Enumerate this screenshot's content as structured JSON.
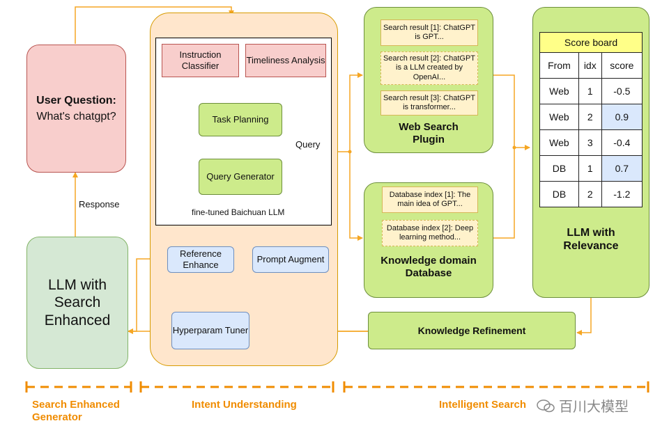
{
  "user_question": {
    "title": "User Question:",
    "text": "What's chatgpt?"
  },
  "response_label": "Response",
  "llm_search": {
    "text": "LLM with Search Enhanced"
  },
  "intent": {
    "instruction_classifier": "Instruction Classifier",
    "timeliness_analysis": "Timeliness Analysis",
    "task_planning": "Task Planning",
    "query_generator": "Query Generator",
    "query_label": "Query",
    "baichuan_label": "fine-tuned Baichuan LLM",
    "reference_enhance": "Reference Enhance",
    "prompt_augment": "Prompt Augment",
    "hyperparam_tuner": "Hyperparam Tuner"
  },
  "web_search": {
    "results": [
      "Search result [1]: ChatGPT is GPT...",
      "Search result [2]: ChatGPT is a LLM created by OpenAI...",
      "Search result [3]: ChatGPT is transformer..."
    ],
    "title": "Web Search Plugin"
  },
  "knowledge_db": {
    "items": [
      "Database index [1]: The main idea of GPT...",
      "Database index [2]: Deep learning method..."
    ],
    "title": "Knowledge domain Database"
  },
  "scoreboard": {
    "title": "Score board",
    "headers": [
      "From",
      "idx",
      "score"
    ],
    "rows": [
      [
        "Web",
        "1",
        "-0.5"
      ],
      [
        "Web",
        "2",
        "0.9"
      ],
      [
        "Web",
        "3",
        "-0.4"
      ],
      [
        "DB",
        "1",
        "0.7"
      ],
      [
        "DB",
        "2",
        "-1.2"
      ]
    ],
    "highlight_color": "#dae8fc"
  },
  "llm_relevance": "LLM with Relevance",
  "knowledge_refinement": "Knowledge Refinement",
  "sections": {
    "generator_line1": "Search Enhanced",
    "generator_line2": "Generator",
    "intent": "Intent Understanding",
    "search": "Intelligent Search"
  },
  "watermark": "百川大模型",
  "colors": {
    "arrow": "#f5a623",
    "section_label": "#f08c00"
  }
}
